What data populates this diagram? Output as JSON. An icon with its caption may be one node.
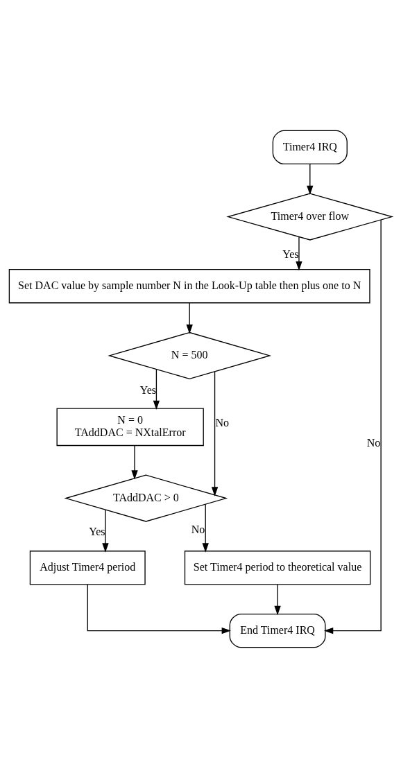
{
  "diagram": {
    "nodes": [
      {
        "text": [
          "Timer4 IRQ"
        ]
      },
      {
        "text": [
          "Timer4 over flow"
        ]
      },
      {
        "text": [
          "Set DAC value by sample number N in the Look-Up table then plus one to N"
        ]
      },
      {
        "text": [
          "N = 500"
        ]
      },
      {
        "text": [
          "N = 0",
          "TAddDAC = NXtalError"
        ]
      },
      {
        "text": [
          "TAddDAC > 0"
        ]
      },
      {
        "text": [
          "Adjust Timer4 period"
        ]
      },
      {
        "text": [
          "Set Timer4 period to theoretical value"
        ]
      },
      {
        "text": [
          "End Timer4 IRQ"
        ]
      }
    ],
    "edges": [
      {
        "from": 0,
        "to": 1,
        "arrow": "to"
      },
      {
        "from": 1,
        "to": 2,
        "arrow": "to",
        "label": "Yes"
      },
      {
        "from": 1,
        "to": 8,
        "arrow": "to",
        "label": "No"
      },
      {
        "from": 2,
        "to": 3,
        "arrow": "to"
      },
      {
        "from": 3,
        "to": 4,
        "arrow": "to",
        "label": "Yes"
      },
      {
        "from": 3,
        "to": 5,
        "arrow": "to",
        "label": "No"
      },
      {
        "from": 4,
        "to": 5,
        "arrow": "to"
      },
      {
        "from": 5,
        "to": 6,
        "arrow": "to",
        "label": "Yes"
      },
      {
        "from": 5,
        "to": 7,
        "arrow": "to",
        "label": "No"
      },
      {
        "from": 6,
        "to": 8,
        "arrow": "to"
      },
      {
        "from": 7,
        "to": 8,
        "arrow": "to"
      }
    ]
  }
}
